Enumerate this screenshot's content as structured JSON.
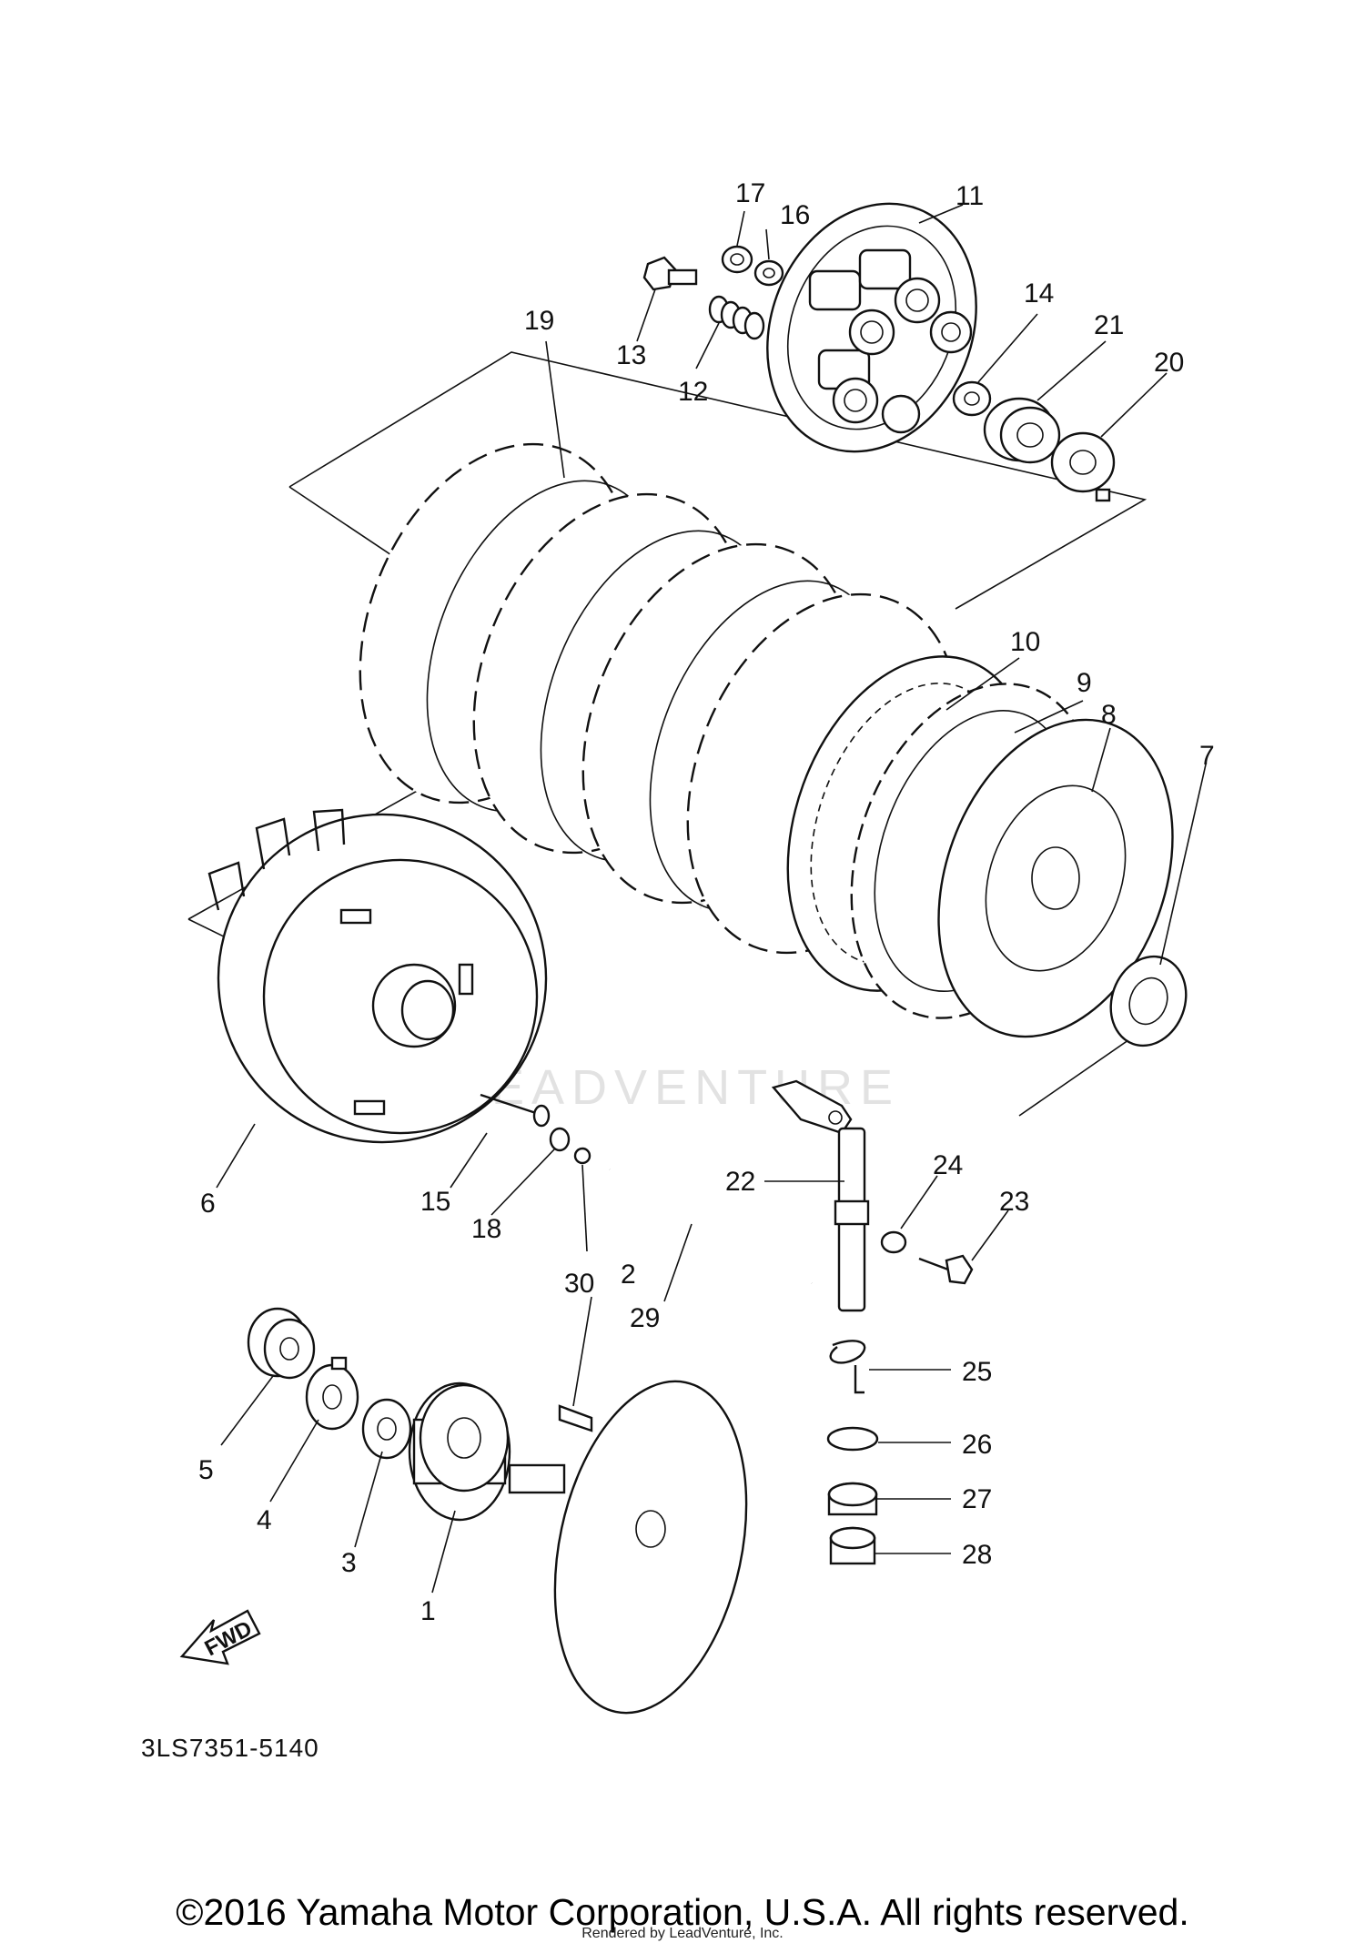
{
  "callouts": [
    "17",
    "16",
    "11",
    "13",
    "12",
    "14",
    "21",
    "20",
    "19",
    "10",
    "9",
    "8",
    "7",
    "6",
    "15",
    "18",
    "30",
    "22",
    "29",
    "24",
    "23",
    "25",
    "5",
    "4",
    "3",
    "1",
    "2",
    "26",
    "27",
    "28"
  ],
  "watermark": "EADVENTURE",
  "fwd_label": "FWD",
  "part_code": "3LS7351-5140",
  "copyright": "©2016 Yamaha Motor Corporation, U.S.A. All rights reserved.",
  "rendered_by": "Rendered by LeadVenture, Inc."
}
